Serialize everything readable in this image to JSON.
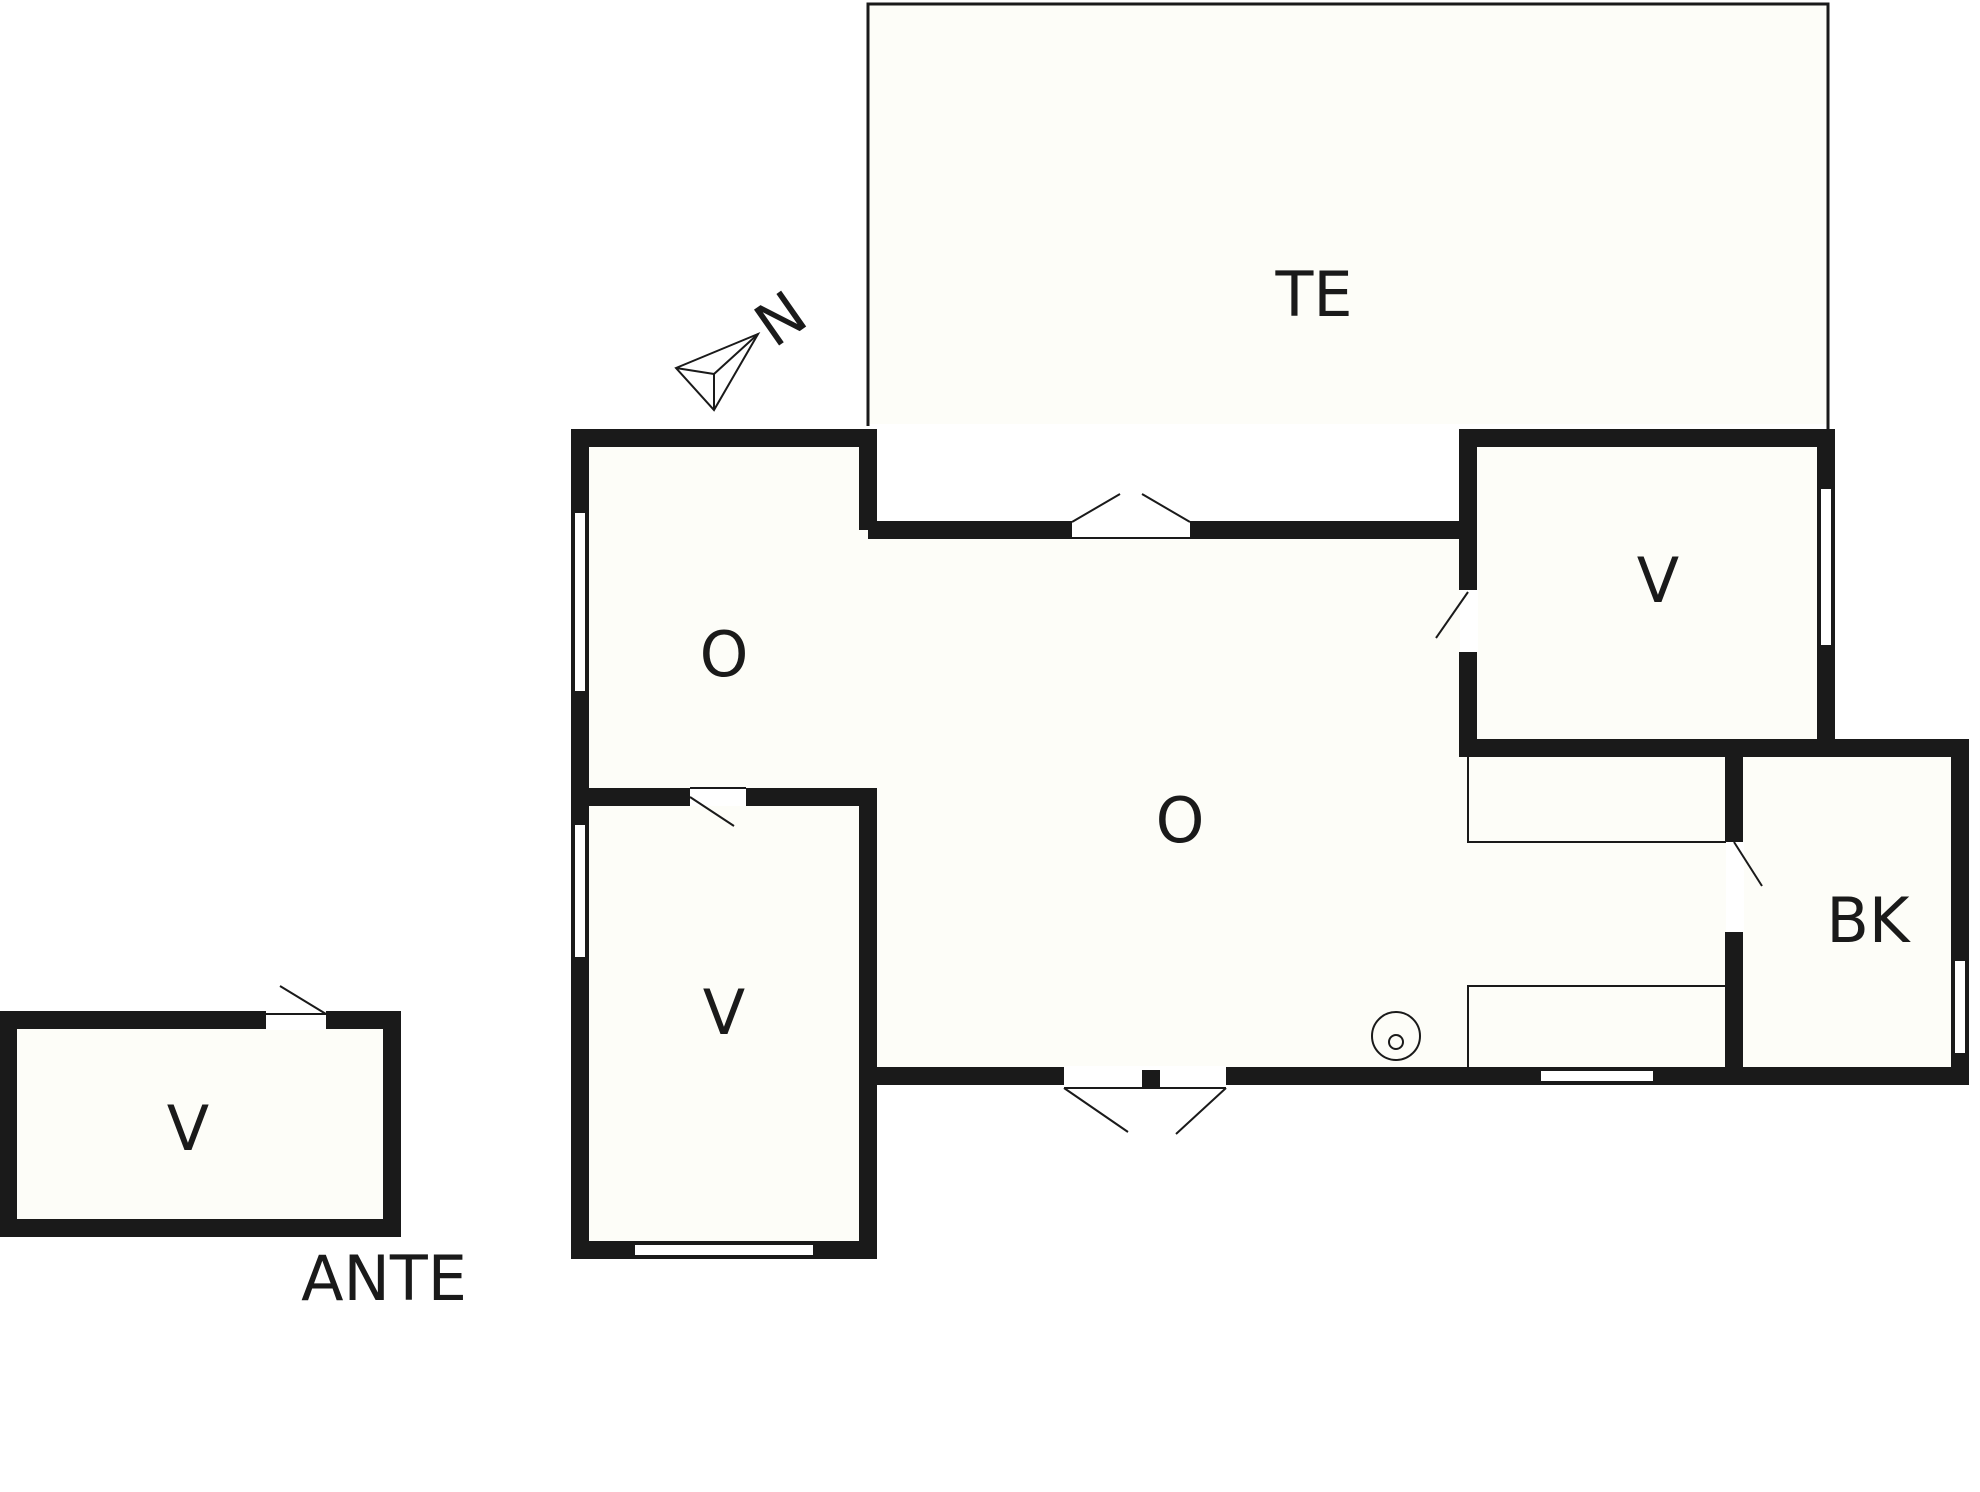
{
  "rooms": {
    "terrace": "TE",
    "living_upper": "O",
    "living_main": "O",
    "bedroom_left": "V",
    "bedroom_right": "V",
    "bathroom": "BK",
    "annex_room": "V"
  },
  "annex": {
    "label": "ANTE"
  },
  "compass": {
    "letter": "N",
    "icon": "north-arrow-icon"
  },
  "colors": {
    "wall": "#1a1a1a",
    "floor": "#fdfdf8",
    "background": "#ffffff"
  }
}
